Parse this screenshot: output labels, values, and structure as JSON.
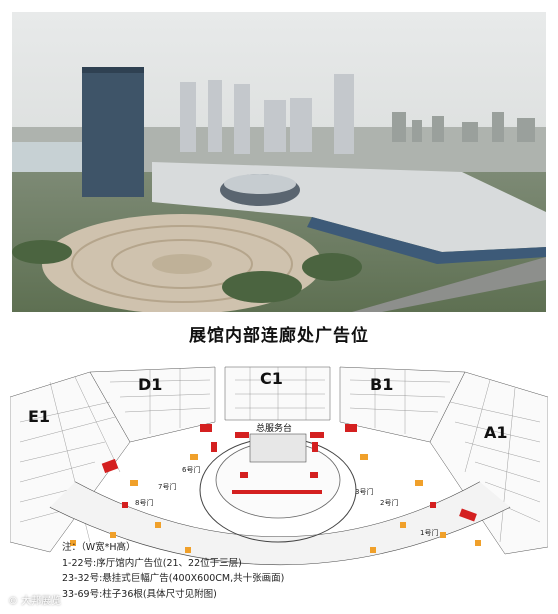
{
  "photo": {
    "alt": "展馆鸟瞰照片"
  },
  "title": "展馆内部连廊处广告位",
  "map": {
    "halls": [
      "E1",
      "D1",
      "C1",
      "B1",
      "A1"
    ],
    "service_desk": "总服务台",
    "gates": [
      "8号门",
      "7号门",
      "6号门",
      "3号门",
      "2号门",
      "1号门"
    ]
  },
  "notes": {
    "heading": "注：（W宽*H高）",
    "line1": "1-22号:序厅馆内广告位(21、22位于三层)",
    "line2": "23-32号:悬挂式巨幅广告(400X600CM,共十张画面)",
    "line3": "33-69号:柱子36根(具体尺寸见附图)"
  },
  "watermark": "© 大邦展览",
  "colors": {
    "ad_red": "#d42020",
    "ad_orange": "#f0a02a",
    "hall_line": "#444444"
  }
}
